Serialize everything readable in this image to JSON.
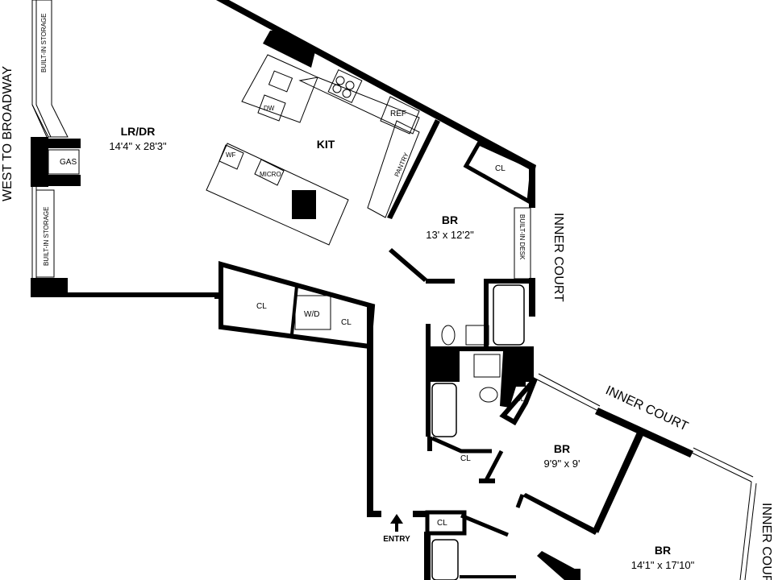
{
  "plan": {
    "street_west": "WEST TO BROADWAY",
    "inner_court_1": "INNER COURT",
    "inner_court_2": "INNER COURT",
    "inner_court_3": "INNER COURT",
    "built_in_storage_1": "BUILT-IN STORAGE",
    "built_in_storage_2": "BUILT-IN STORAGE",
    "gas": "GAS",
    "lrdr": {
      "name": "LR/DR",
      "dims": "14'4\" x 28'3\""
    },
    "kit": {
      "name": "KIT"
    },
    "dw": "DW",
    "wf": "WF",
    "micro": "MICRO",
    "ref": "REF",
    "pantry": "PANTRY",
    "cl_top": "CL",
    "built_in_desk": "BUILT-IN DESK",
    "br1": {
      "name": "BR",
      "dims": "13' x 12'2\""
    },
    "cl_left": "CL",
    "wd": "W/D",
    "cl_wd": "CL",
    "cl_small": "CL",
    "br2": {
      "name": "BR",
      "dims": "9'9\" x 9'"
    },
    "cl_br2": "CL",
    "cl_entry": "CL",
    "entry": "ENTRY",
    "br3": {
      "name": "BR",
      "dims": "14'1\" x 17'10\""
    }
  }
}
